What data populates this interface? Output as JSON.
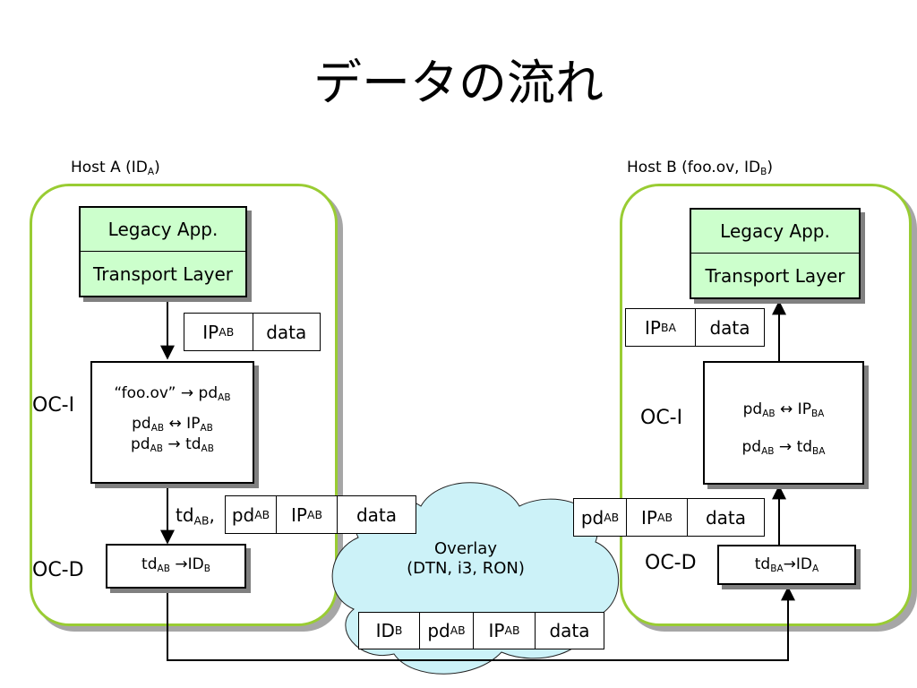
{
  "title": "データの流れ",
  "host_a": {
    "label": "Host A (ID",
    "label_sub": "A",
    "label_end": ")",
    "app": {
      "top": "Legacy App.",
      "bottom": "Transport Layer"
    },
    "oci": {
      "label": "OC-I",
      "line1": {
        "a": "“foo.ov” → pd",
        "a_sub": "AB"
      },
      "line2": {
        "a": "pd",
        "a_sub": "AB",
        "b": " ↔ IP",
        "b_sub": "AB"
      },
      "line3": {
        "a": "pd",
        "a_sub": "AB",
        "b": " → td",
        "b_sub": "AB"
      }
    },
    "ocd": {
      "label": "OC-D",
      "text": "td",
      "text_sub": "AB",
      "text_b": " →ID",
      "text_b_sub": "B"
    },
    "packet_top": {
      "c1": "IP",
      "c1_sub": "AB",
      "c2": "data"
    },
    "packet_mid_prefix": {
      "a": "td",
      "a_sub": "AB",
      "b": ","
    },
    "packet_mid": {
      "c1": "pd",
      "c1_sub": "AB",
      "c2": "IP",
      "c2_sub": "AB",
      "c3": "data"
    }
  },
  "host_b": {
    "label": "Host B (foo.ov, ID",
    "label_sub": "B",
    "label_end": ")",
    "app": {
      "top": "Legacy App.",
      "bottom": "Transport Layer"
    },
    "oci": {
      "label": "OC-I",
      "line1": {
        "a": "pd",
        "a_sub": "AB",
        "b": " ↔ IP",
        "b_sub": "BA"
      },
      "line2": {
        "a": "pd",
        "a_sub": "AB",
        "b": " → td",
        "b_sub": "BA"
      }
    },
    "ocd": {
      "label": "OC-D",
      "text": "td",
      "text_sub": "BA",
      "text_b": "→ID",
      "text_b_sub": "A"
    },
    "packet_top": {
      "c1": "IP",
      "c1_sub": "BA",
      "c2": "data"
    },
    "packet_mid": {
      "c1": "pd",
      "c1_sub": "AB",
      "c2": "IP",
      "c2_sub": "AB",
      "c3": "data"
    }
  },
  "overlay": {
    "line1": "Overlay",
    "line2": "(DTN, i3, RON)",
    "color": "#ccf2f8"
  },
  "packet_bottom": {
    "c1": "ID",
    "c1_sub": "B",
    "c2": "pd",
    "c2_sub": "AB",
    "c3": "IP",
    "c3_sub": "AB",
    "c4": "data"
  },
  "colors": {
    "host_border": "#99cc33",
    "app_fill": "#ccffcc",
    "shadow": "#808080"
  }
}
